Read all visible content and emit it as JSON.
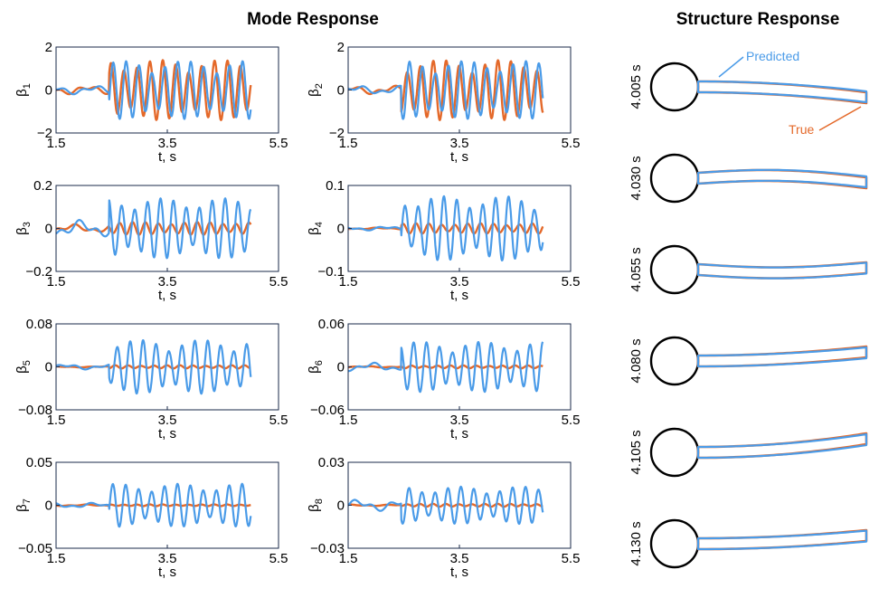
{
  "titles": {
    "left": "Mode Response",
    "right": "Structure Response"
  },
  "colors": {
    "true": "#E4692A",
    "predicted": "#4A9BE8",
    "axis": "#1a2a4a"
  },
  "annotations": {
    "predicted": "Predicted",
    "true": "True"
  },
  "chart_data": [
    {
      "type": "line",
      "ylabel": "β",
      "ylabel_sub": "1",
      "xlabel": "t, s",
      "xlim": [
        1.5,
        5.5
      ],
      "ylim": [
        -2,
        2
      ],
      "xticks": [
        "1.5",
        "3.5",
        "5.5"
      ],
      "yticks": [
        "2",
        "0",
        "−2"
      ],
      "ytick_vals": [
        2,
        0,
        -2
      ],
      "series": [
        {
          "key": "true",
          "amp_pre": 0.2,
          "amp_post": 1.4,
          "freq": 4.3,
          "seed": 1
        },
        {
          "key": "predicted",
          "amp_pre": 0.2,
          "amp_post": 1.35,
          "freq": 4.3,
          "seed": 2
        }
      ]
    },
    {
      "type": "line",
      "ylabel": "β",
      "ylabel_sub": "2",
      "xlabel": "t, s",
      "xlim": [
        1.5,
        5.5
      ],
      "ylim": [
        -2,
        2
      ],
      "xticks": [
        "1.5",
        "3.5",
        "5.5"
      ],
      "yticks": [
        "2",
        "0",
        "−2"
      ],
      "ytick_vals": [
        2,
        0,
        -2
      ],
      "series": [
        {
          "key": "true",
          "amp_pre": 0.2,
          "amp_post": 1.4,
          "freq": 4.3,
          "seed": 3
        },
        {
          "key": "predicted",
          "amp_pre": 0.2,
          "amp_post": 1.35,
          "freq": 4.3,
          "seed": 4
        }
      ]
    },
    {
      "type": "line",
      "ylabel": "β",
      "ylabel_sub": "3",
      "xlabel": "t, s",
      "xlim": [
        1.5,
        5.5
      ],
      "ylim": [
        -0.2,
        0.2
      ],
      "xticks": [
        "1.5",
        "3.5",
        "5.5"
      ],
      "yticks": [
        "0.2",
        "0",
        "−0.2"
      ],
      "ytick_vals": [
        0.2,
        0,
        -0.2
      ],
      "series": [
        {
          "key": "true",
          "amp_pre": 0.02,
          "amp_post": 0.03,
          "freq": 4.3,
          "seed": 5
        },
        {
          "key": "predicted",
          "amp_pre": 0.04,
          "amp_post": 0.14,
          "freq": 4.3,
          "seed": 6
        }
      ]
    },
    {
      "type": "line",
      "ylabel": "β",
      "ylabel_sub": "4",
      "xlabel": "t, s",
      "xlim": [
        1.5,
        5.5
      ],
      "ylim": [
        -0.1,
        0.1
      ],
      "xticks": [
        "1.5",
        "3.5",
        "5.5"
      ],
      "yticks": [
        "0.1",
        "0",
        "−0.1"
      ],
      "ytick_vals": [
        0.1,
        0,
        -0.1
      ],
      "series": [
        {
          "key": "true",
          "amp_pre": 0.002,
          "amp_post": 0.012,
          "freq": 4.3,
          "seed": 7
        },
        {
          "key": "predicted",
          "amp_pre": 0.005,
          "amp_post": 0.075,
          "freq": 4.3,
          "seed": 8
        }
      ]
    },
    {
      "type": "line",
      "ylabel": "β",
      "ylabel_sub": "5",
      "xlabel": "t, s",
      "xlim": [
        1.5,
        5.5
      ],
      "ylim": [
        -0.08,
        0.08
      ],
      "xticks": [
        "1.5",
        "3.5",
        "5.5"
      ],
      "yticks": [
        "0.08",
        "0",
        "−0.08"
      ],
      "ytick_vals": [
        0.08,
        0,
        -0.08
      ],
      "series": [
        {
          "key": "true",
          "amp_pre": 0.001,
          "amp_post": 0.003,
          "freq": 4.3,
          "seed": 9
        },
        {
          "key": "predicted",
          "amp_pre": 0.005,
          "amp_post": 0.05,
          "freq": 4.3,
          "seed": 10
        }
      ]
    },
    {
      "type": "line",
      "ylabel": "β",
      "ylabel_sub": "6",
      "xlabel": "t, s",
      "xlim": [
        1.5,
        5.5
      ],
      "ylim": [
        -0.06,
        0.06
      ],
      "xticks": [
        "1.5",
        "3.5",
        "5.5"
      ],
      "yticks": [
        "0.06",
        "0",
        "−0.06"
      ],
      "ytick_vals": [
        0.06,
        0,
        -0.06
      ],
      "series": [
        {
          "key": "true",
          "amp_pre": 0.001,
          "amp_post": 0.002,
          "freq": 4.3,
          "seed": 11
        },
        {
          "key": "predicted",
          "amp_pre": 0.006,
          "amp_post": 0.035,
          "freq": 4.3,
          "seed": 12
        }
      ]
    },
    {
      "type": "line",
      "ylabel": "β",
      "ylabel_sub": "7",
      "xlabel": "t, s",
      "xlim": [
        1.5,
        5.5
      ],
      "ylim": [
        -0.05,
        0.05
      ],
      "xticks": [
        "1.5",
        "3.5",
        "5.5"
      ],
      "yticks": [
        "0.05",
        "0",
        "−0.05"
      ],
      "ytick_vals": [
        0.05,
        0,
        -0.05
      ],
      "series": [
        {
          "key": "true",
          "amp_pre": 0.001,
          "amp_post": 0.001,
          "freq": 4.3,
          "seed": 13
        },
        {
          "key": "predicted",
          "amp_pre": 0.003,
          "amp_post": 0.025,
          "freq": 4.3,
          "seed": 14
        }
      ]
    },
    {
      "type": "line",
      "ylabel": "β",
      "ylabel_sub": "8",
      "xlabel": "t, s",
      "xlim": [
        1.5,
        5.5
      ],
      "ylim": [
        -0.03,
        0.03
      ],
      "xticks": [
        "1.5",
        "3.5",
        "5.5"
      ],
      "yticks": [
        "0.03",
        "0",
        "−0.03"
      ],
      "ytick_vals": [
        0.03,
        0,
        -0.03
      ],
      "series": [
        {
          "key": "true",
          "amp_pre": 0.0005,
          "amp_post": 0.001,
          "freq": 4.3,
          "seed": 15
        },
        {
          "key": "predicted",
          "amp_pre": 0.004,
          "amp_post": 0.013,
          "freq": 4.3,
          "seed": 16
        }
      ]
    }
  ],
  "structure": {
    "snapshots": [
      {
        "time": "4.005 s",
        "bend_true": -0.6,
        "bend_pred": -0.55
      },
      {
        "time": "4.030 s",
        "bend_true": -0.25,
        "bend_pred": -0.2
      },
      {
        "time": "4.055 s",
        "bend_true": 0.1,
        "bend_pred": 0.08
      },
      {
        "time": "4.080 s",
        "bend_true": 0.5,
        "bend_pred": 0.45
      },
      {
        "time": "4.105 s",
        "bend_true": 0.75,
        "bend_pred": 0.7
      },
      {
        "time": "4.130 s",
        "bend_true": 0.45,
        "bend_pred": 0.42
      }
    ]
  }
}
